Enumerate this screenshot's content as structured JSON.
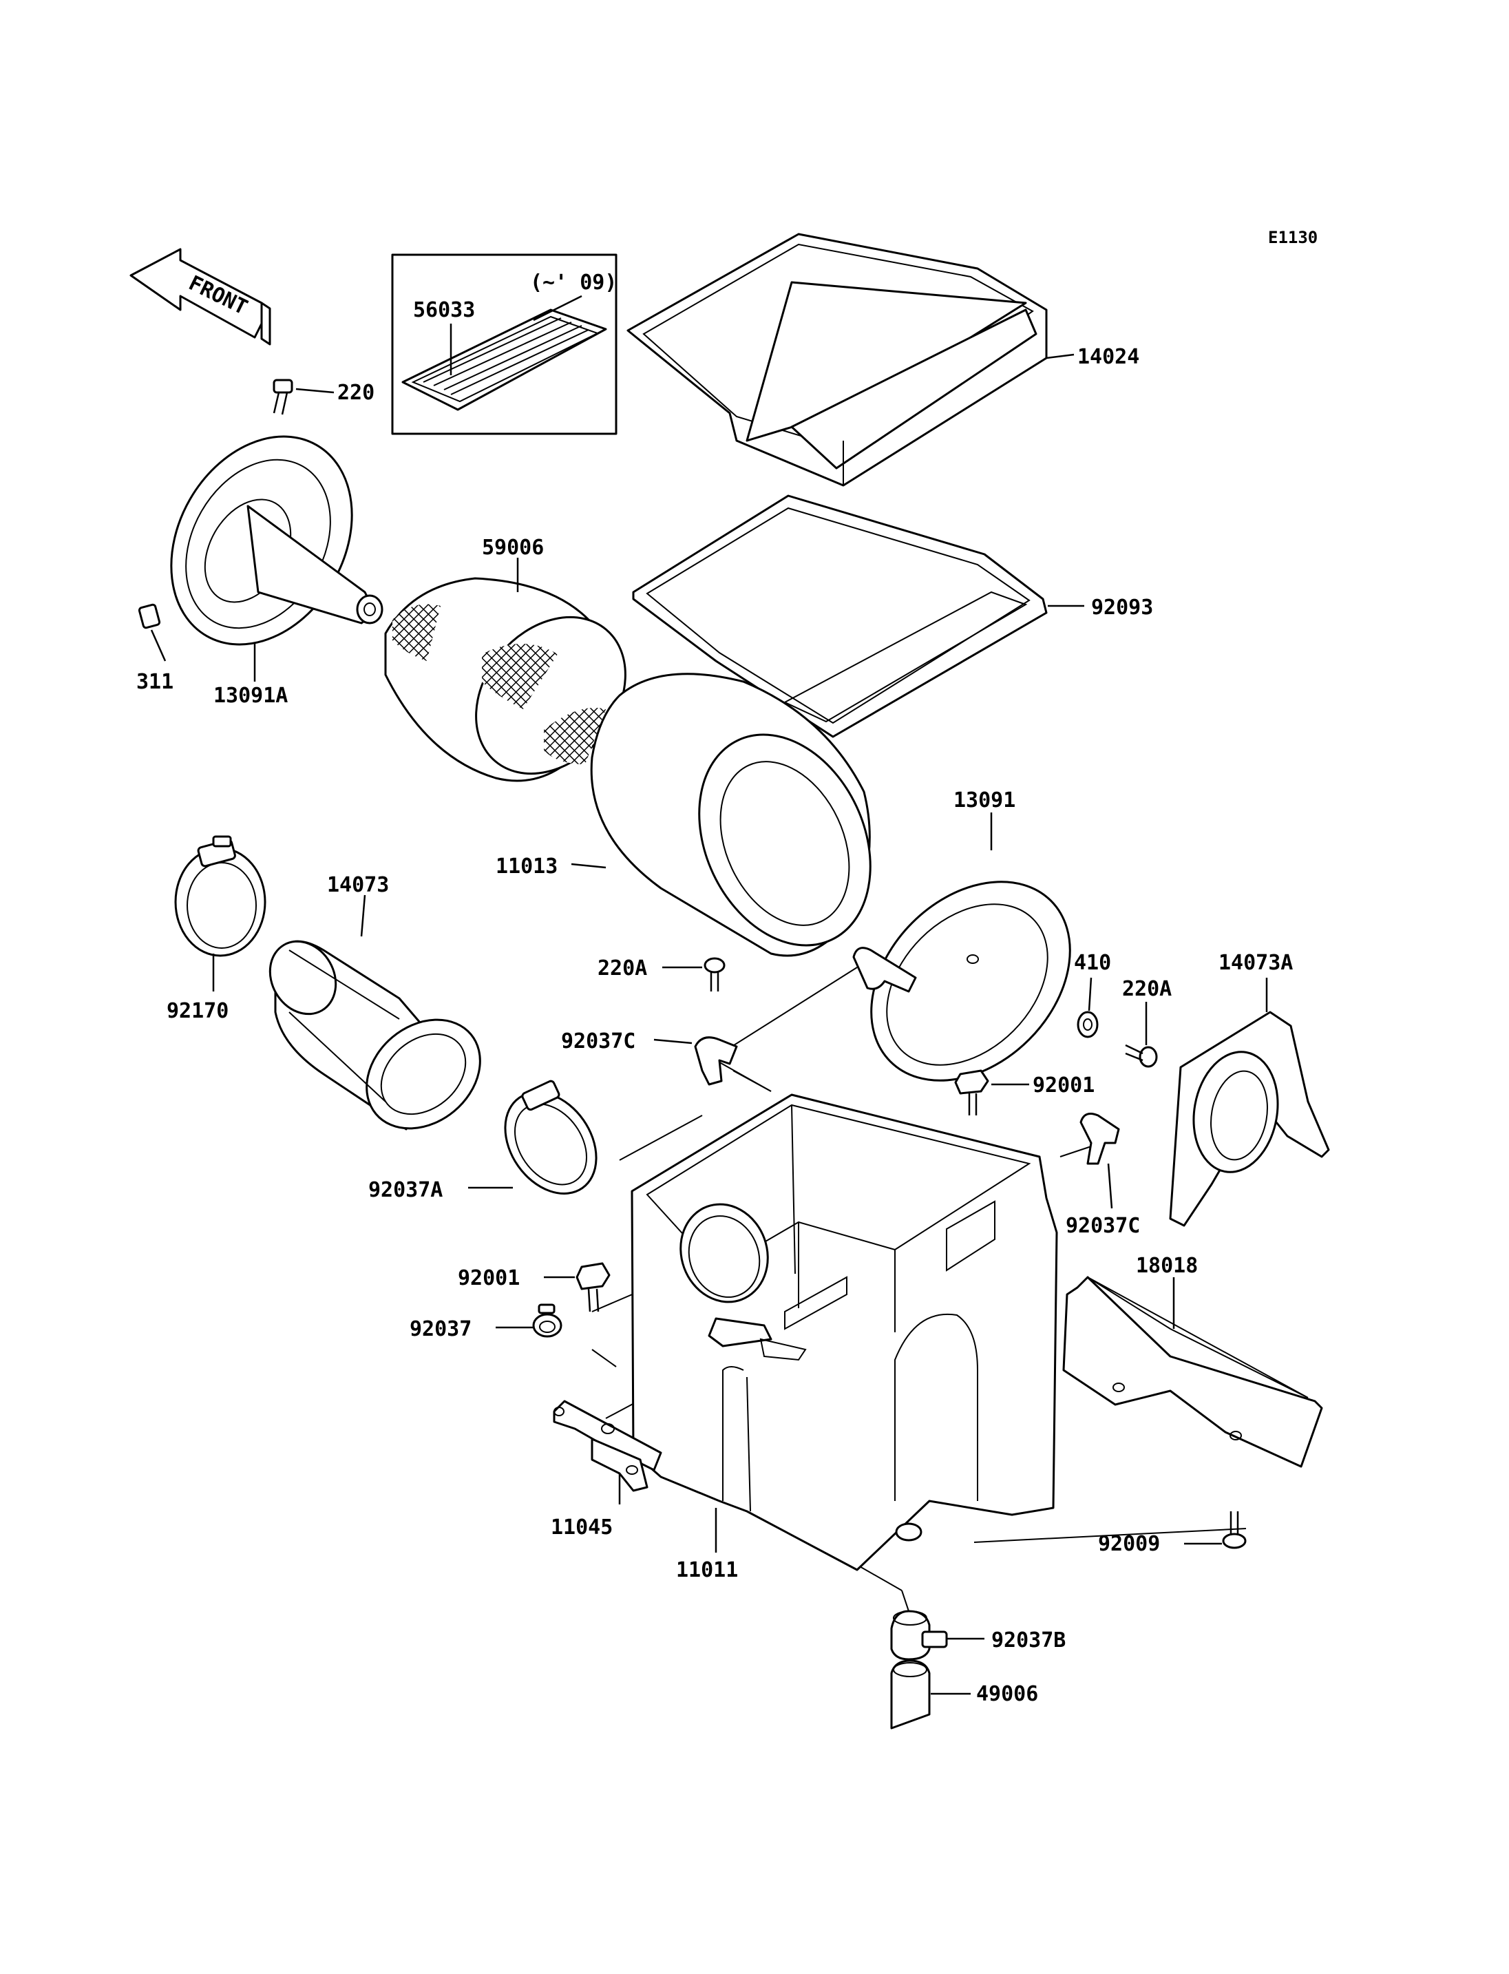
{
  "diagram_code": "E1130",
  "front_label": "FRONT",
  "inset_note": "(~' 09)",
  "labels": {
    "p56033": "56033",
    "p14024": "14024",
    "p220": "220",
    "p311": "311",
    "p13091A": "13091A",
    "p59006": "59006",
    "p92093": "92093",
    "p13091": "13091",
    "p11013": "11013",
    "p14073": "14073",
    "p92170": "92170",
    "p220A_left": "220A",
    "p410": "410",
    "p220A_right": "220A",
    "p14073A": "14073A",
    "p92037C_left": "92037C",
    "p92001_right": "92001",
    "p92037A": "92037A",
    "p92037C_right": "92037C",
    "p18018": "18018",
    "p92001_left": "92001",
    "p92037": "92037",
    "p11045": "11045",
    "p11011": "11011",
    "p92009": "92009",
    "p92037B": "92037B",
    "p49006": "49006"
  }
}
